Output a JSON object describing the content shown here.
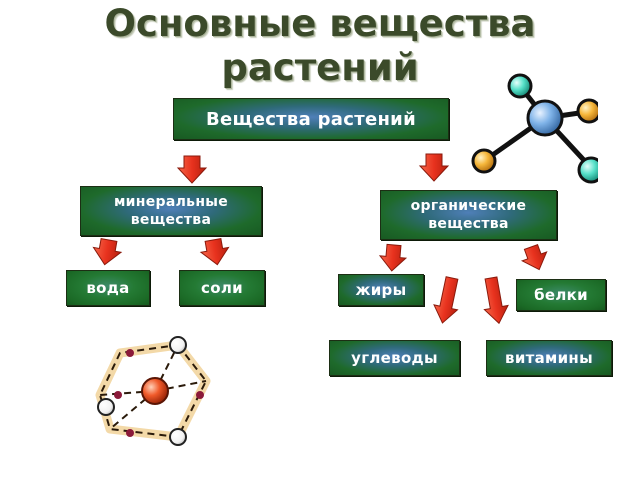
{
  "title": "Основные вещества растений",
  "root": {
    "label": "Вещества растений"
  },
  "mineral": {
    "label": "минеральные вещества"
  },
  "organic": {
    "label": "органические вещества"
  },
  "leaves": {
    "water": "вода",
    "salts": "соли",
    "fats": "жиры",
    "proteins": "белки",
    "carbs": "углеводы",
    "vitamins": "витамины"
  },
  "colors": {
    "arrow_fill": "#e8321e",
    "box_green": "#1e6a2b",
    "box_blue_center": "#4f7fb8",
    "title": "#3b4a2a"
  },
  "icons": [
    "molecule-icon",
    "molecule-cage-icon",
    "down-arrow-icon"
  ]
}
